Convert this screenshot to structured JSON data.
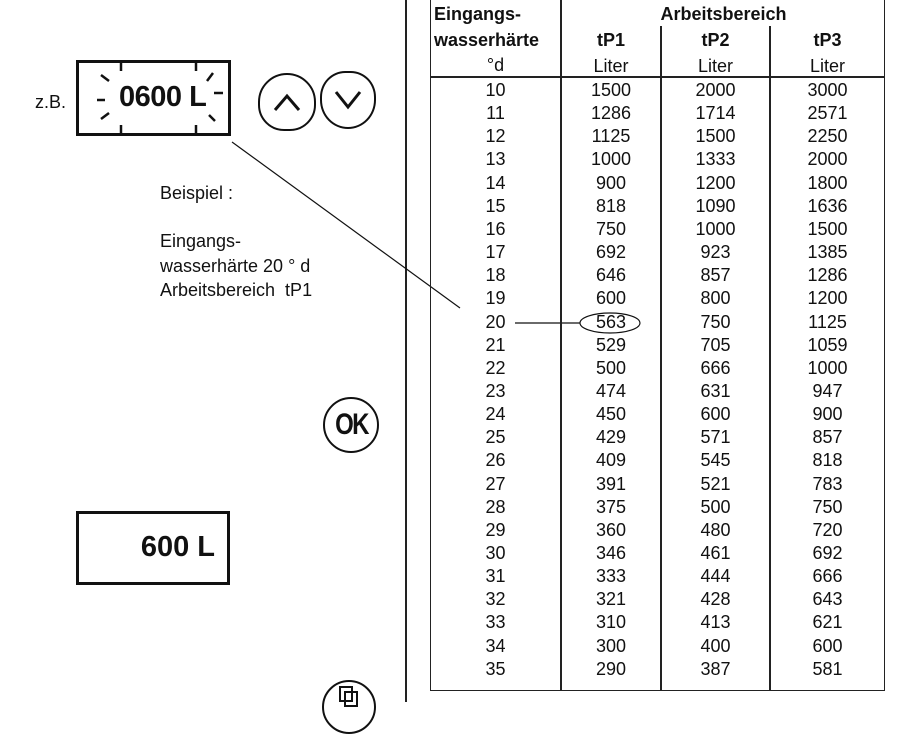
{
  "left": {
    "example_prefix": "z.B.",
    "display_flashing": "0600 L",
    "up_button": "up-arrow",
    "down_button": "down-arrow",
    "example_title": "Beispiel :",
    "example_lines": [
      "Eingangs-",
      "wasserhärte 20 ° d",
      "Arbeitsbereich  tP1"
    ],
    "ok_button": "OK",
    "display_result": "600 L"
  },
  "table": {
    "header": {
      "col0_line1": "Eingangs-",
      "col0_line2": "wasserhärte",
      "col0_unit": "°d",
      "group": "Arbeitsbereich",
      "cols": [
        "tP1",
        "tP2",
        "tP3"
      ],
      "unit": "Liter"
    },
    "highlighted": {
      "row": "20",
      "col": "tP1",
      "value": "563"
    },
    "rows": [
      [
        "10",
        "1500",
        "2000",
        "3000"
      ],
      [
        "11",
        "1286",
        "1714",
        "2571"
      ],
      [
        "12",
        "1125",
        "1500",
        "2250"
      ],
      [
        "13",
        "1000",
        "1333",
        "2000"
      ],
      [
        "14",
        "900",
        "1200",
        "1800"
      ],
      [
        "15",
        "818",
        "1090",
        "1636"
      ],
      [
        "16",
        "750",
        "1000",
        "1500"
      ],
      [
        "17",
        "692",
        "923",
        "1385"
      ],
      [
        "18",
        "646",
        "857",
        "1286"
      ],
      [
        "19",
        "600",
        "800",
        "1200"
      ],
      [
        "20",
        "563",
        "750",
        "1125"
      ],
      [
        "21",
        "529",
        "705",
        "1059"
      ],
      [
        "22",
        "500",
        "666",
        "1000"
      ],
      [
        "23",
        "474",
        "631",
        "947"
      ],
      [
        "24",
        "450",
        "600",
        "900"
      ],
      [
        "25",
        "429",
        "571",
        "857"
      ],
      [
        "26",
        "409",
        "545",
        "818"
      ],
      [
        "27",
        "391",
        "521",
        "783"
      ],
      [
        "28",
        "375",
        "500",
        "750"
      ],
      [
        "29",
        "360",
        "480",
        "720"
      ],
      [
        "30",
        "346",
        "461",
        "692"
      ],
      [
        "31",
        "333",
        "444",
        "666"
      ],
      [
        "32",
        "321",
        "428",
        "643"
      ],
      [
        "33",
        "310",
        "413",
        "621"
      ],
      [
        "34",
        "300",
        "400",
        "600"
      ],
      [
        "35",
        "290",
        "387",
        "581"
      ]
    ]
  }
}
